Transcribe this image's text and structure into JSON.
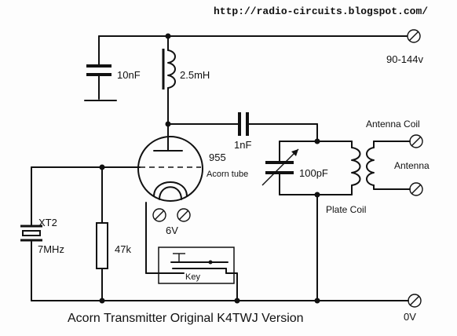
{
  "header": {
    "url": "http://radio-circuits.blogspot.com/"
  },
  "labels": {
    "cap_10nf": "10nF",
    "choke": "2.5mH",
    "cap_1nf": "1nF",
    "tube_num": "955",
    "tube_name": "Acorn tube",
    "cap_100pf": "100pF",
    "antenna_coil": "Antenna Coil",
    "antenna": "Antenna",
    "plate_coil": "Plate Coil",
    "xtal_name": "XT2",
    "xtal_freq": "7MHz",
    "resistor": "47k",
    "heater": "6V",
    "key": "Key",
    "supply": "90-144v",
    "ground": "0V"
  },
  "footer": {
    "title": "Acorn Transmitter  Original K4TWJ Version"
  }
}
